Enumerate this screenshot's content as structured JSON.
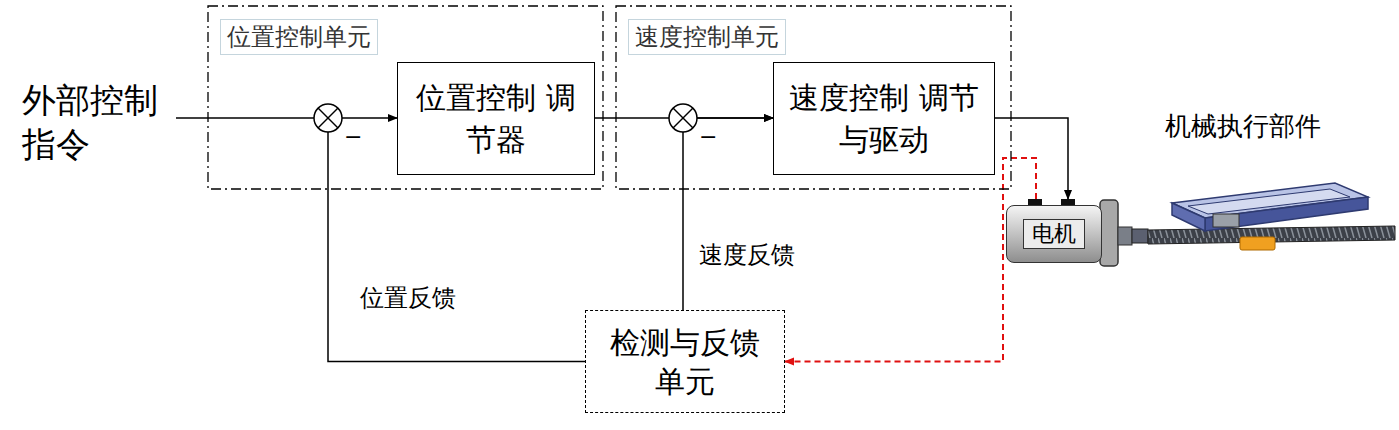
{
  "diagram": {
    "nodes": [
      {
        "text": [
          "位置控制单元"
        ]
      },
      {
        "text": [
          "位置控制 调节器"
        ],
        "in": 0
      },
      {
        "text": [
          "速度控制单元"
        ]
      },
      {
        "text": [
          "速度控制 调节与驱动"
        ],
        "in": 2
      },
      {
        "text": [
          "电机"
        ]
      },
      {
        "text": [
          "检测与反馈 单元"
        ]
      }
    ],
    "edges": [
      {
        "from": 1,
        "to": 3,
        "arrow": "to"
      },
      {
        "from": 3,
        "to": 4,
        "arrow": "to"
      },
      {
        "from": 4,
        "to": 5,
        "arrow": "to"
      },
      {
        "from": 5,
        "to": 1,
        "label": "位置反馈",
        "arrow": "to"
      },
      {
        "from": 5,
        "to": 3,
        "label": "速度反馈",
        "arrow": "to"
      }
    ],
    "labels": [
      "外部控制 指令",
      "−",
      "−",
      "机械执行部件"
    ]
  }
}
